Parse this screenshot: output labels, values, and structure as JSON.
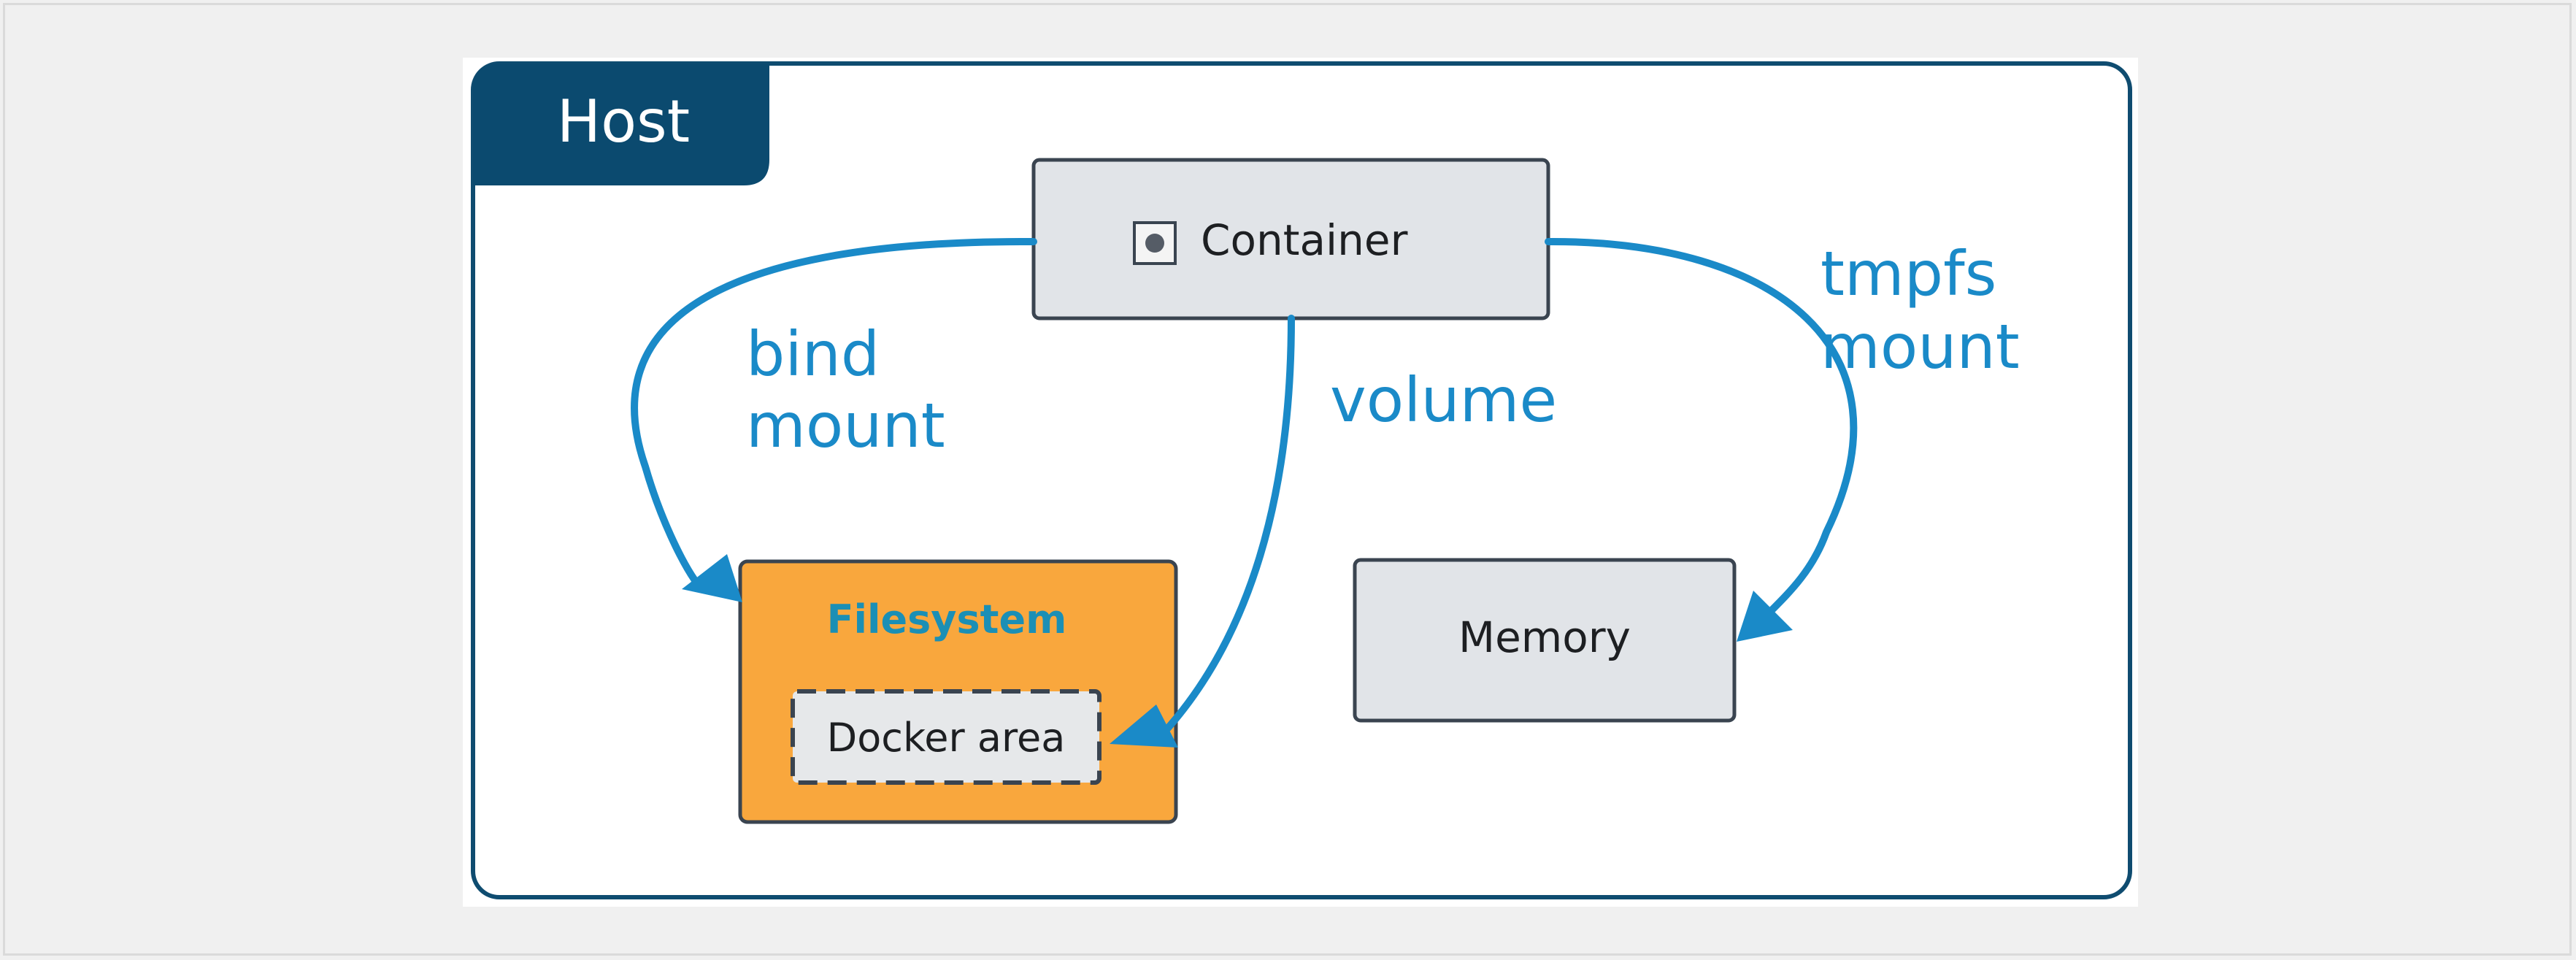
{
  "diagram": {
    "host_label": "Host",
    "container_label": "Container",
    "filesystem_label": "Filesystem",
    "docker_area_label": "Docker area",
    "memory_label": "Memory",
    "bind_mount_label": [
      "bind",
      "mount"
    ],
    "volume_label": "volume",
    "tmpfs_mount_label": [
      "tmpfs",
      "mount"
    ]
  },
  "colors": {
    "host_tab": "#0b4a6f",
    "host_border": "#0f4c70",
    "accent": "#1a8ac8",
    "box_fill": "#e1e4e8",
    "box_border": "#3a4450",
    "filesystem_fill": "#f9a73d",
    "filesystem_label": "#1b8fb5"
  }
}
